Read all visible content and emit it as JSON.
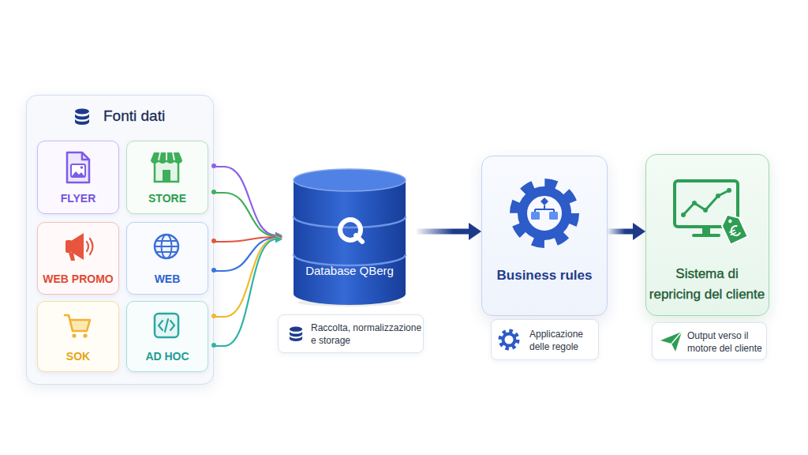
{
  "diagram": {
    "nodes": [
      {
        "text": [
          "Fonti dati"
        ]
      },
      {
        "text": [
          "FLYER"
        ],
        "in": 0
      },
      {
        "text": [
          "STORE"
        ],
        "in": 0
      },
      {
        "text": [
          "WEB PROMO"
        ],
        "in": 0
      },
      {
        "text": [
          "WEB"
        ],
        "in": 0
      },
      {
        "text": [
          "SOK"
        ],
        "in": 0
      },
      {
        "text": [
          "AD HOC"
        ],
        "in": 0
      },
      {
        "text": [
          "Database QBerg"
        ]
      },
      {
        "text": [
          "Raccolta, normalizzazione e storage"
        ]
      },
      {
        "text": [
          "Business rules"
        ]
      },
      {
        "text": [
          "Applicazione delle regole"
        ]
      },
      {
        "text": [
          "Sistema di repricing del cliente"
        ]
      },
      {
        "text": [
          "Output verso il motore del cliente"
        ]
      }
    ],
    "edges": [
      {
        "from": 1,
        "to": 7,
        "arrow": "to"
      },
      {
        "from": 2,
        "to": 7,
        "arrow": "to"
      },
      {
        "from": 3,
        "to": 7,
        "arrow": "to"
      },
      {
        "from": 4,
        "to": 7,
        "arrow": "to"
      },
      {
        "from": 5,
        "to": 7,
        "arrow": "to"
      },
      {
        "from": 6,
        "to": 7,
        "arrow": "to"
      },
      {
        "from": 7,
        "to": 9,
        "arrow": "to"
      },
      {
        "from": 9,
        "to": 11,
        "arrow": "to"
      }
    ]
  }
}
